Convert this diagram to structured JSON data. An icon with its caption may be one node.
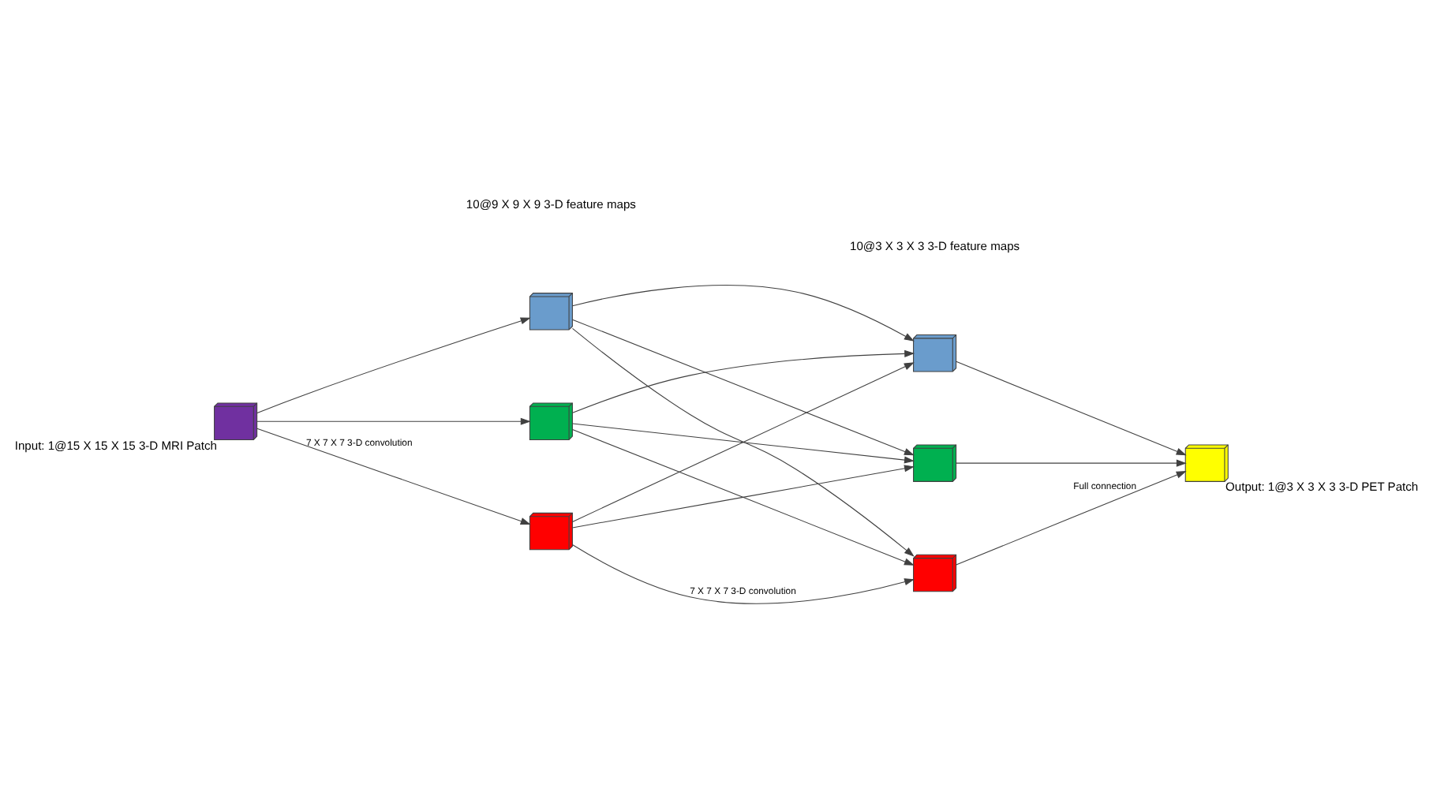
{
  "diagram": {
    "nodes": [
      {
        "text": [],
        "shape": "cube",
        "beside": [
          "Input: 1@15 X 15 X 15 3-D MRI Patch"
        ]
      },
      {
        "text": [],
        "shape": "cube"
      },
      {
        "text": [],
        "shape": "cube"
      },
      {
        "text": [],
        "shape": "cube"
      },
      {
        "text": [],
        "shape": "cube"
      },
      {
        "text": [],
        "shape": "cube"
      },
      {
        "text": [],
        "shape": "cube"
      },
      {
        "text": [],
        "shape": "cube",
        "beside": [
          "Output: 1@3 X 3 X 3 3-D PET Patch"
        ]
      }
    ],
    "edges": [
      {
        "from": 0,
        "to": 1,
        "arrow": "to"
      },
      {
        "from": 0,
        "to": 2,
        "arrow": "to"
      },
      {
        "from": 0,
        "to": 3,
        "arrow": "to",
        "label": "7 X 7 X 7 3-D convolution"
      },
      {
        "from": 1,
        "to": 4,
        "arrow": "to"
      },
      {
        "from": 1,
        "to": 5,
        "arrow": "to"
      },
      {
        "from": 1,
        "to": 6,
        "arrow": "to"
      },
      {
        "from": 2,
        "to": 4,
        "arrow": "to"
      },
      {
        "from": 2,
        "to": 5,
        "arrow": "to"
      },
      {
        "from": 2,
        "to": 6,
        "arrow": "to"
      },
      {
        "from": 3,
        "to": 4,
        "arrow": "to"
      },
      {
        "from": 3,
        "to": 5,
        "arrow": "to"
      },
      {
        "from": 3,
        "to": 6,
        "arrow": "to",
        "label": "7 X 7 X 7 3-D convolution"
      },
      {
        "from": 4,
        "to": 7,
        "arrow": "to"
      },
      {
        "from": 5,
        "to": 7,
        "arrow": "to"
      },
      {
        "from": 6,
        "to": 7,
        "arrow": "to",
        "label": "Full connection"
      }
    ],
    "labels": [
      "10@9 X 9 X 9 3-D feature maps",
      "10@3 X 3 X 3 3-D feature maps"
    ]
  }
}
